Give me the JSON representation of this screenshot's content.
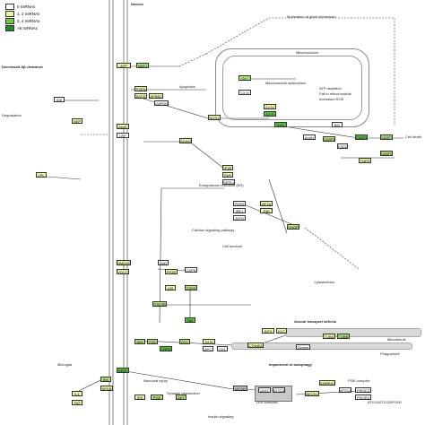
{
  "legend": {
    "items": [
      {
        "label": "0 miRNAs",
        "color": "#ffffff"
      },
      {
        "label": "1, 2 miRNAs",
        "color": "#f2f2a0"
      },
      {
        "label": "3, 4 miRNAs",
        "color": "#6fcc3c"
      },
      {
        "label": ">5 miRNAs",
        "color": "#1f8c2a"
      }
    ]
  },
  "colors": {
    "white": "#ffffff",
    "pale": "#eef5a8",
    "light": "#b7e07a",
    "mid": "#58bf3a",
    "dark": "#1f8c2a",
    "gray": "#c8c8c8"
  },
  "labels": {
    "neuron": "Neuron",
    "mitochondrion": "Mitochondrion",
    "decreased_ab": "Decreased Aβ clearance",
    "er": "Endoplasmic reticulum (ER)",
    "axonal_transport": "Axonal transport defects",
    "microtubule": "Microtubule",
    "phagophore": "Phagophore",
    "impairment_autophagy": "Impairment of autophagy",
    "cell_death": "Cell death",
    "apoptosis": "Apoptosis",
    "microglia": "Microglia",
    "neuronal_injury": "Neuronal injury",
    "mito_dysfunction": "Mitochondrial dysfunction",
    "atp_depletion": "ATP depletion",
    "fall_mito": "Fall in mitochondrial",
    "increased_ros": "Increased ROS",
    "degradation": "Degradation",
    "modulation": "Modulation of gene expression",
    "calcium_signaling": "Calcium signaling pathway",
    "ulk_complex": "ULK complex",
    "ulk_complex_ids": "ATG1/ATG13/FIP200",
    "pi3k_complex": "PI3K complex",
    "cell_survival": "Cell survival",
    "insulin_signaling": "Insulin signaling",
    "cytoskeleton": "Cytoskeleton",
    "synaptic_dysfunction": "Synaptic dysfunction"
  },
  "genes": [
    {
      "name": "APP",
      "fill": "pale"
    },
    {
      "name": "NAE1",
      "fill": "light"
    },
    {
      "name": "PSEN",
      "fill": "pale"
    },
    {
      "name": "BACE",
      "fill": "pale"
    },
    {
      "name": "APBB1",
      "fill": "pale"
    },
    {
      "name": "GAPDH",
      "fill": "white"
    },
    {
      "name": "NOS1",
      "fill": "pale"
    },
    {
      "name": "Cx I",
      "fill": "light"
    },
    {
      "name": "Cx III",
      "fill": "white"
    },
    {
      "name": "Cx IV",
      "fill": "pale"
    },
    {
      "name": "Cx V",
      "fill": "mid"
    },
    {
      "name": "CytC",
      "fill": "mid"
    },
    {
      "name": "CASP9",
      "fill": "mid"
    },
    {
      "name": "CASP3",
      "fill": "light"
    },
    {
      "name": "Apaf1",
      "fill": "white"
    },
    {
      "name": "CASP7",
      "fill": "light"
    },
    {
      "name": "BID",
      "fill": "white"
    },
    {
      "name": "CASP8",
      "fill": "light"
    },
    {
      "name": "FADD",
      "fill": "white"
    },
    {
      "name": "TNFR",
      "fill": "pale"
    },
    {
      "name": "IDE",
      "fill": "white"
    },
    {
      "name": "NEP",
      "fill": "pale"
    },
    {
      "name": "LPL",
      "fill": "pale"
    },
    {
      "name": "ApoE",
      "fill": "pale"
    },
    {
      "name": "LRP",
      "fill": "white"
    },
    {
      "name": "ADAM",
      "fill": "pale"
    },
    {
      "name": "IP3R",
      "fill": "pale"
    },
    {
      "name": "RyR",
      "fill": "pale"
    },
    {
      "name": "SERCA",
      "fill": "white"
    },
    {
      "name": "CAPN",
      "fill": "white"
    },
    {
      "name": "CDK5",
      "fill": "light"
    },
    {
      "name": "p35",
      "fill": "pale"
    },
    {
      "name": "GSK3B",
      "fill": "light"
    },
    {
      "name": "Tau",
      "fill": "mid"
    },
    {
      "name": "NMDAR",
      "fill": "pale"
    },
    {
      "name": "VGCC",
      "fill": "pale"
    },
    {
      "name": "PERK",
      "fill": "white"
    },
    {
      "name": "IRE1",
      "fill": "white"
    },
    {
      "name": "ATF6",
      "fill": "white"
    },
    {
      "name": "eIF2a",
      "fill": "pale"
    },
    {
      "name": "JNK",
      "fill": "pale"
    },
    {
      "name": "PP2B",
      "fill": "pale"
    },
    {
      "name": "BAD",
      "fill": "white"
    },
    {
      "name": "CHOP",
      "fill": "light"
    },
    {
      "name": "Wnt",
      "fill": "light"
    },
    {
      "name": "FZD",
      "fill": "light"
    },
    {
      "name": "DVL",
      "fill": "light"
    },
    {
      "name": "LRP6",
      "fill": "mid"
    },
    {
      "name": "AXIN",
      "fill": "pale"
    },
    {
      "name": "APC",
      "fill": "white"
    },
    {
      "name": "CK1",
      "fill": "white"
    },
    {
      "name": "CTNNB1",
      "fill": "pale"
    },
    {
      "name": "KIF5",
      "fill": "pale"
    },
    {
      "name": "KLC",
      "fill": "pale"
    },
    {
      "name": "TUBA",
      "fill": "pale"
    },
    {
      "name": "TUBB",
      "fill": "light"
    },
    {
      "name": "Dynein",
      "fill": "white"
    },
    {
      "name": "IKK",
      "fill": "light"
    },
    {
      "name": "NFKB",
      "fill": "pale"
    },
    {
      "name": "IL1",
      "fill": "pale"
    },
    {
      "name": "TNF",
      "fill": "pale"
    },
    {
      "name": "INSR",
      "fill": "mid"
    },
    {
      "name": "IRS",
      "fill": "pale"
    },
    {
      "name": "PI3K",
      "fill": "light"
    },
    {
      "name": "AKT",
      "fill": "light"
    },
    {
      "name": "MTOR",
      "fill": "gray"
    },
    {
      "name": "ULK1",
      "fill": "white"
    },
    {
      "name": "ATG13",
      "fill": "white"
    },
    {
      "name": "BECN1",
      "fill": "pale"
    },
    {
      "name": "AMBRA1",
      "fill": "pale"
    },
    {
      "name": "ATG14",
      "fill": "white"
    },
    {
      "name": "PIK3C3",
      "fill": "white"
    },
    {
      "name": "PIK3R4",
      "fill": "white"
    }
  ]
}
